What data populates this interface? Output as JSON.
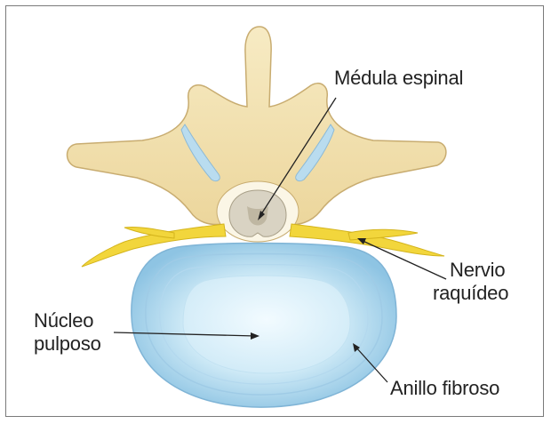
{
  "labels": {
    "medula": "Médula espinal",
    "nervio_line1": "Nervio",
    "nervio_line2": "raquídeo",
    "nucleo_line1": "Núcleo",
    "nucleo_line2": "pulposo",
    "anillo": "Anillo fibroso"
  },
  "colors": {
    "bone": "#f3e2b0",
    "bone_outline": "#c8ac70",
    "nerve": "#f2d63c",
    "disc_outer": "#a9d4ec",
    "disc_inner": "#d6eef8",
    "cord": "#d9d3c3",
    "frame": "#7a7a7a"
  }
}
